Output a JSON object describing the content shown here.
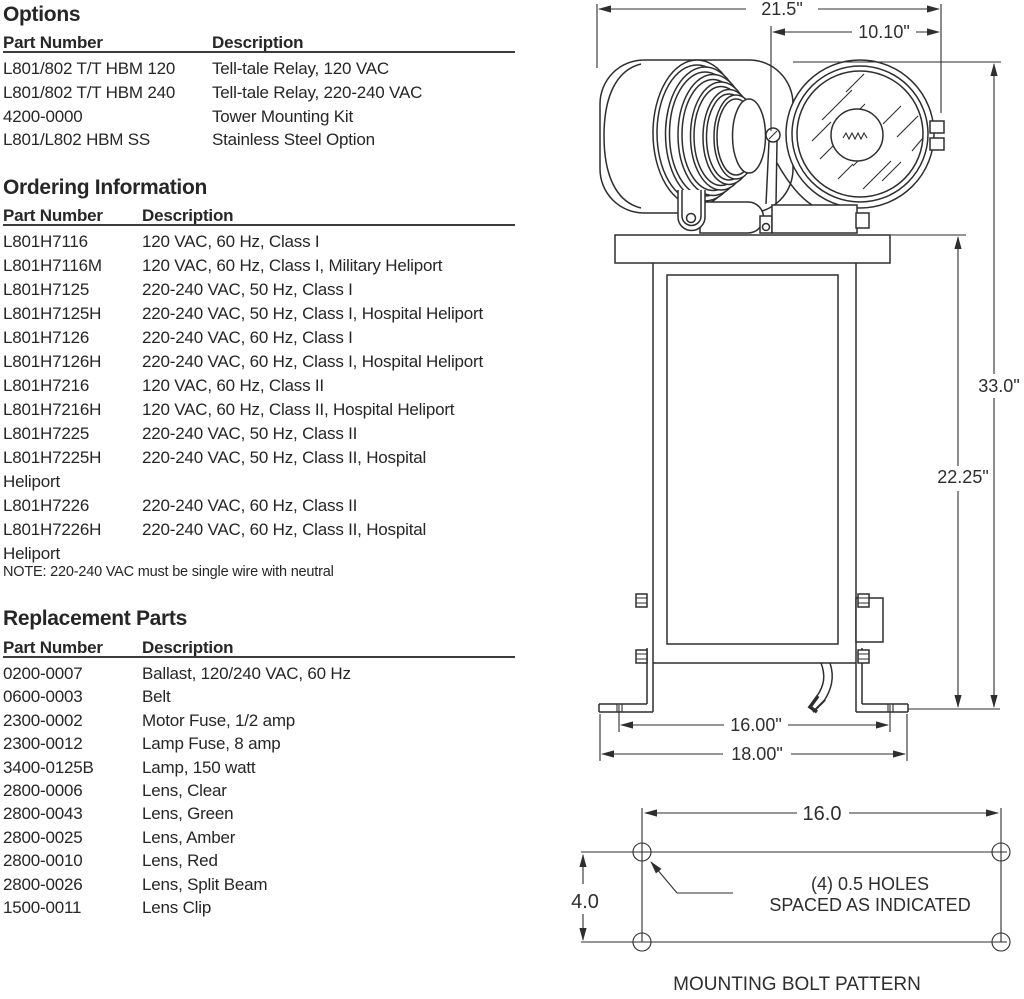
{
  "page": {
    "background": "#ffffff",
    "ink": "#2e2e2e"
  },
  "tables": [
    {
      "title": "Options",
      "col_part": "Part Number",
      "col_desc": "Description",
      "rows": [
        [
          "L801/802 T/T HBM 120",
          "Tell-tale Relay, 120 VAC"
        ],
        [
          "L801/802 T/T HBM 240",
          "Tell-tale Relay, 220-240 VAC"
        ],
        [
          "4200-0000",
          "Tower Mounting Kit"
        ],
        [
          "L801/L802 HBM SS",
          "Stainless Steel Option"
        ]
      ]
    },
    {
      "title": "Ordering Information",
      "col_part": "Part Number",
      "col_desc": "Description",
      "rows": [
        [
          "L801H7116",
          "120 VAC, 60 Hz, Class I"
        ],
        [
          "L801H7116M",
          "120 VAC, 60 Hz, Class I, Military Heliport"
        ],
        [
          "L801H7125",
          "220-240 VAC, 50 Hz, Class I"
        ],
        [
          "L801H7125H",
          "220-240 VAC, 50 Hz, Class I, Hospital Heliport"
        ],
        [
          "L801H7126",
          "220-240 VAC, 60 Hz, Class I"
        ],
        [
          "L801H7126H",
          "220-240 VAC, 60 Hz, Class I, Hospital Heliport"
        ],
        [
          "L801H7216",
          "120 VAC, 60 Hz, Class II"
        ],
        [
          "L801H7216H",
          "120 VAC, 60 Hz, Class II, Hospital Heliport"
        ],
        [
          "L801H7225",
          "220-240 VAC, 50 Hz, Class II"
        ],
        [
          "L801H7225H",
          "220-240 VAC, 50 Hz, Class II, Hospital",
          "Heliport"
        ],
        [
          "L801H7226",
          "220-240 VAC, 60 Hz, Class II"
        ],
        [
          "L801H7226H",
          "220-240 VAC, 60 Hz, Class II, Hospital",
          "Heliport"
        ]
      ],
      "note": "NOTE: 220-240 VAC must be single wire with neutral"
    },
    {
      "title": "Replacement Parts",
      "col_part": "Part Number",
      "col_desc": "Description",
      "rows": [
        [
          "0200-0007",
          "Ballast, 120/240 VAC, 60 Hz"
        ],
        [
          "0600-0003",
          "Belt"
        ],
        [
          "2300-0002",
          "Motor Fuse, 1/2 amp"
        ],
        [
          "2300-0012",
          "Lamp Fuse, 8 amp"
        ],
        [
          "3400-0125B",
          "Lamp, 150 watt"
        ],
        [
          "2800-0006",
          "Lens, Clear"
        ],
        [
          "2800-0043",
          "Lens, Green"
        ],
        [
          "2800-0025",
          "Lens, Amber"
        ],
        [
          "2800-0010",
          "Lens, Red"
        ],
        [
          "2800-0026",
          "Lens, Split Beam"
        ],
        [
          "1500-0011",
          "Lens Clip"
        ]
      ]
    }
  ],
  "drawing": {
    "dims": {
      "top_width": "21.5\"",
      "lens_width": "10.10\"",
      "overall_height": "33.0\"",
      "pedestal_height": "22.25\"",
      "base_bolt_span": "16.00\"",
      "base_width": "18.00\""
    },
    "bolt_pattern": {
      "width": "16.0",
      "height": "4.0",
      "note1": "(4) 0.5 HOLES",
      "note2": "SPACED AS INDICATED",
      "caption": "MOUNTING BOLT PATTERN"
    }
  }
}
